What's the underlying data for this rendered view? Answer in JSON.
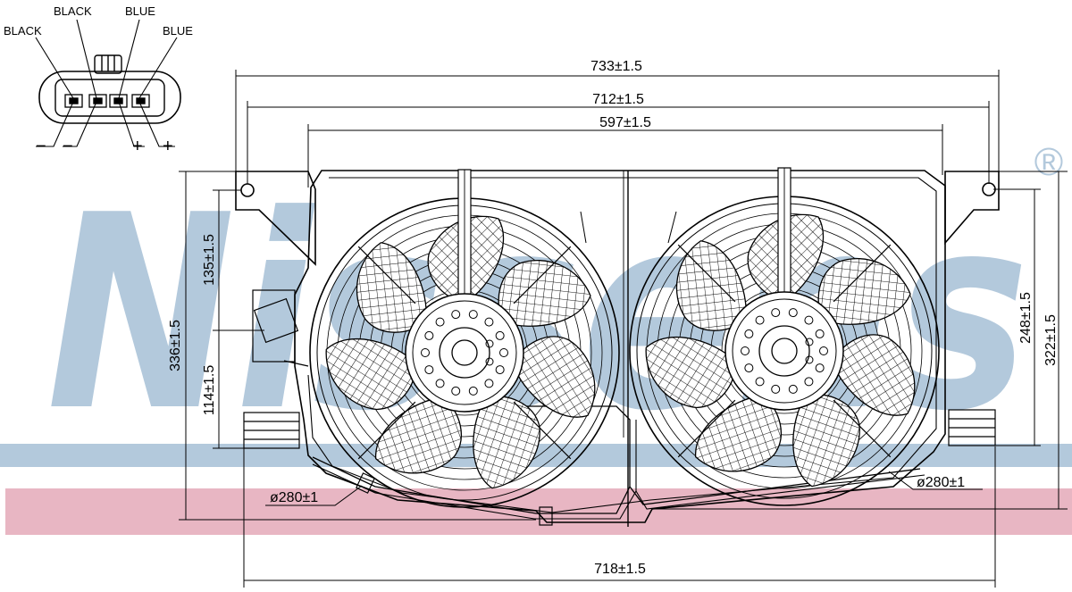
{
  "connector": {
    "wire_labels": [
      "BLACK",
      "BLACK",
      "BLUE",
      "BLUE"
    ],
    "polarity": [
      "−",
      "−",
      "+",
      "+"
    ]
  },
  "dimensions": {
    "width_top_overall": "733±1.5",
    "width_mount_holes": "712±1.5",
    "width_shroud": "597±1.5",
    "width_bottom": "718±1.5",
    "height_total": "336±1.5",
    "height_upper": "135±1.5",
    "height_lower": "114±1.5",
    "height_right_inner": "248±1.5",
    "height_right_outer": "322±1.5",
    "fan_left_diameter": "ø280±1",
    "fan_right_diameter": "ø280±1"
  },
  "watermark": {
    "brand": "Nissens",
    "registered_mark": "®"
  },
  "colors": {
    "watermark_blue": "#b3c9dc",
    "band_blue": "#b3c9dc",
    "band_pink": "#e8b6c3",
    "line": "#000000"
  }
}
